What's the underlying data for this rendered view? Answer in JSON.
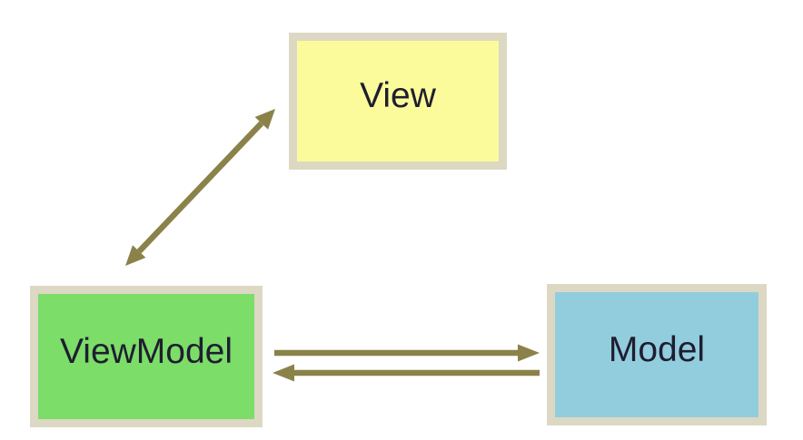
{
  "diagram": {
    "type": "architecture-diagram",
    "pattern": "MVVM",
    "nodes": [
      {
        "id": "view",
        "label": "View",
        "fill": "#fbfb9b"
      },
      {
        "id": "viewmodel",
        "label": "ViewModel",
        "fill": "#7cdd69"
      },
      {
        "id": "model",
        "label": "Model",
        "fill": "#92cdde"
      }
    ],
    "edges": [
      {
        "from": "viewmodel",
        "to": "view",
        "direction": "bidirectional",
        "style": "diagonal-double-arrow"
      },
      {
        "from": "viewmodel",
        "to": "model",
        "direction": "one-way",
        "style": "horizontal-arrow-right"
      },
      {
        "from": "model",
        "to": "viewmodel",
        "direction": "one-way",
        "style": "horizontal-arrow-left"
      }
    ]
  },
  "colors": {
    "background": "#ffffff",
    "box-border": "#ddd8c3",
    "view-fill": "#fbfb9b",
    "viewmodel-fill": "#7cdd69",
    "model-fill": "#92cdde",
    "arrow": "#8a8249",
    "text": "#1e1e30"
  }
}
